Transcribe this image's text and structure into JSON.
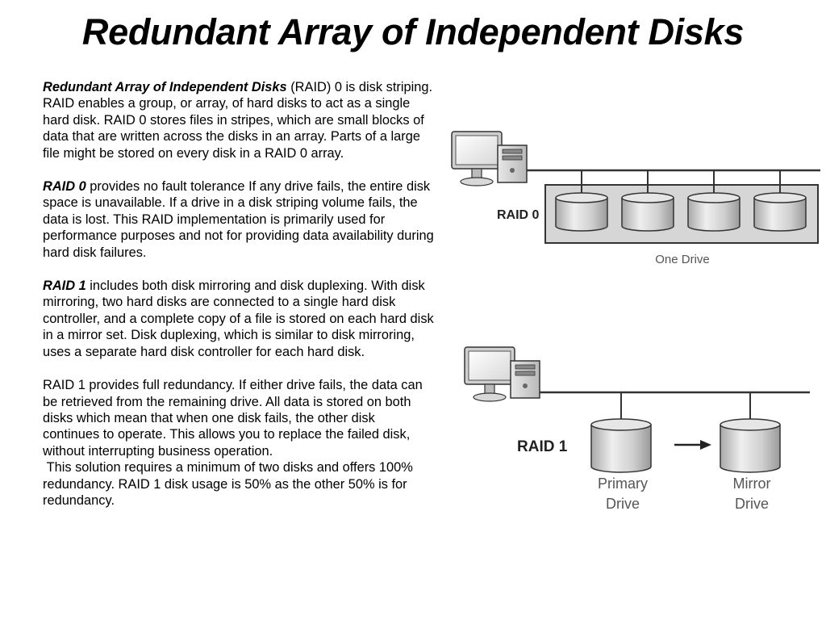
{
  "slide": {
    "title": "Redundant Array of Independent Disks"
  },
  "body": {
    "p1": {
      "lead": "Redundant Array of Independent Disks",
      "text": " (RAID) 0 is disk striping. RAID enables a group, or array, of hard disks to act as a single hard disk. RAID 0 stores files in stripes, which are small blocks of data that are written across the disks in an array. Parts of a large file might be stored on every disk in a RAID 0 array."
    },
    "p2": {
      "lead": "RAID 0",
      "text": " provides no fault tolerance If any drive fails, the entire disk space is unavailable. If a drive in a disk striping volume fails, the data is lost. This RAID implementation is primarily used for performance purposes and not for providing data availability during hard disk failures."
    },
    "p3": {
      "lead": "RAID 1",
      "text": " includes both disk mirroring and disk duplexing. With disk mirroring, two hard disks are connected to a single hard disk controller, and a complete copy of a file is stored on each hard disk in a mirror set. Disk duplexing, which is similar to disk mirroring, uses a separate hard disk controller for each hard disk."
    },
    "p4": "RAID 1 provides full redundancy. If either drive fails, the data can be retrieved from the remaining drive. All data is stored on both disks which mean that when one disk fails, the other disk continues to operate. This allows you to replace the failed disk, without interrupting business operation.",
    "p5": " This solution requires a minimum of two disks and offers 100% redundancy. RAID 1 disk usage is 50% as the other 50% is for redundancy."
  },
  "diagram_raid0": {
    "label": "RAID 0",
    "caption": "One Drive",
    "disk_count": 4
  },
  "diagram_raid1": {
    "label": "RAID 1",
    "primary_line1": "Primary",
    "primary_line2": "Drive",
    "mirror_line1": "Mirror",
    "mirror_line2": "Drive"
  },
  "colors": {
    "text": "#000000",
    "diagram_label": "#222222",
    "diagram_caption": "#555555",
    "array_fill": "#d6d6d6",
    "disk_fill": "#c8c8c8"
  }
}
